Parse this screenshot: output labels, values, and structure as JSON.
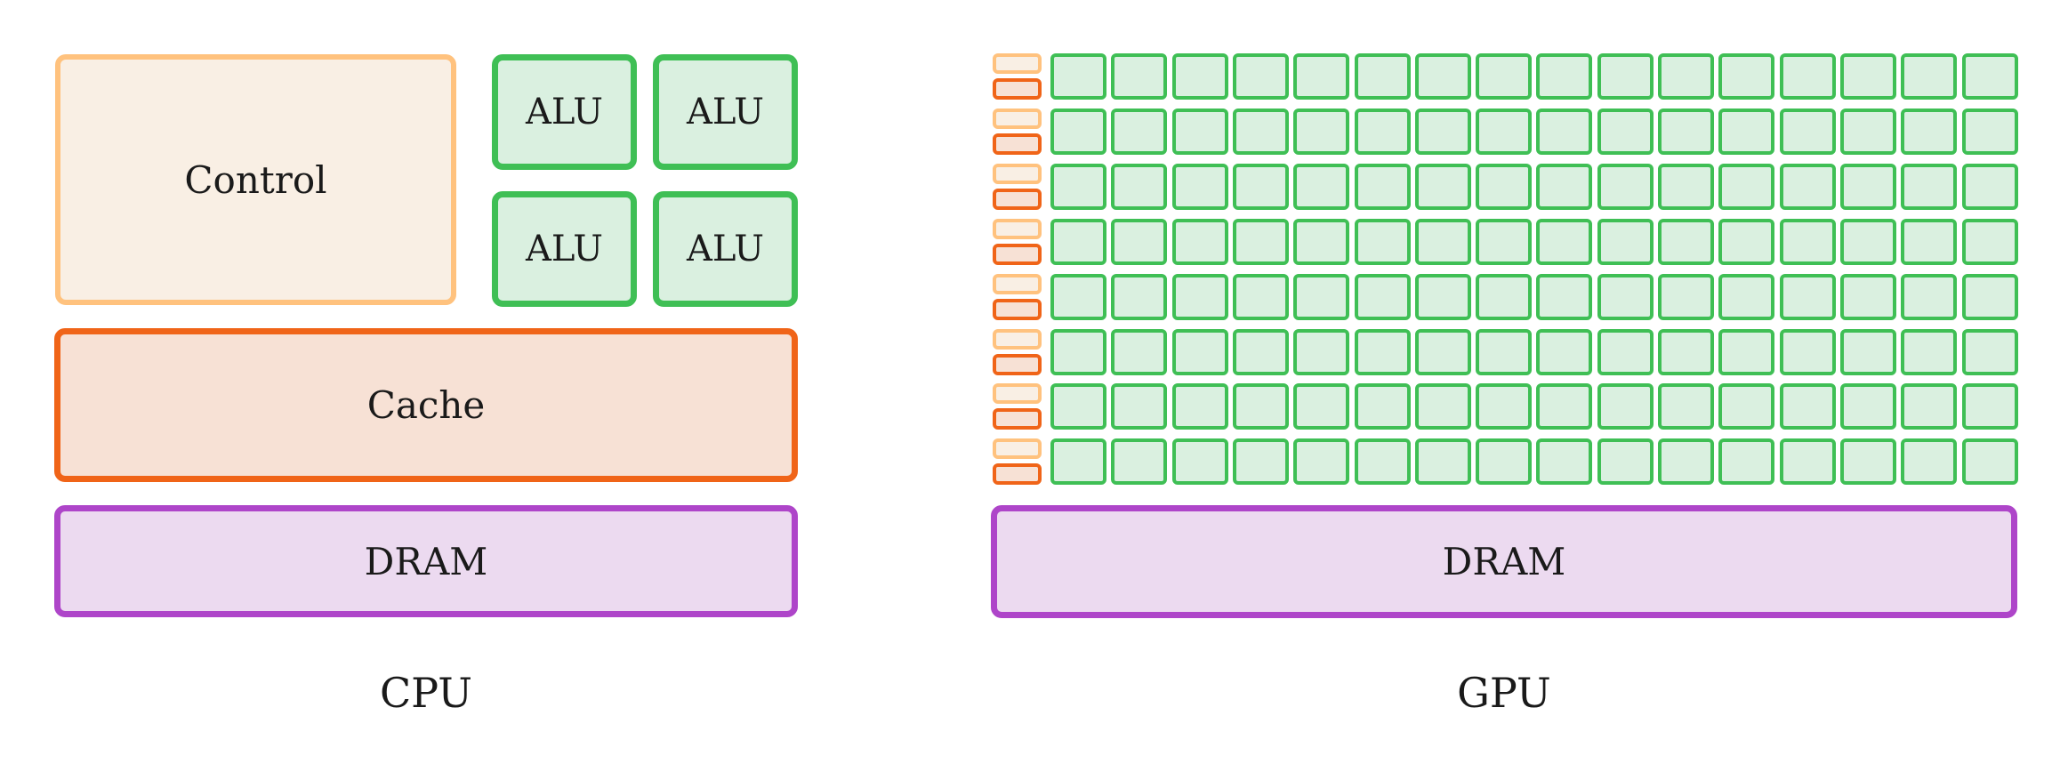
{
  "cpu": {
    "control_label": "Control",
    "alu_labels": [
      "ALU",
      "ALU",
      "ALU",
      "ALU"
    ],
    "cache_label": "Cache",
    "dram_label": "DRAM",
    "caption": "CPU"
  },
  "gpu": {
    "dram_label": "DRAM",
    "caption": "GPU",
    "rows": 8,
    "cores_per_row": 16
  },
  "colors": {
    "alu_border": "#3fbf55",
    "alu_fill": "#daf0e0",
    "control_border": "#ffc27e",
    "control_fill": "#f9efe4",
    "cache_border": "#f06418",
    "cache_fill": "#f7e1d5",
    "dram_border": "#ae45c9",
    "dram_fill": "#ecdaf0"
  }
}
